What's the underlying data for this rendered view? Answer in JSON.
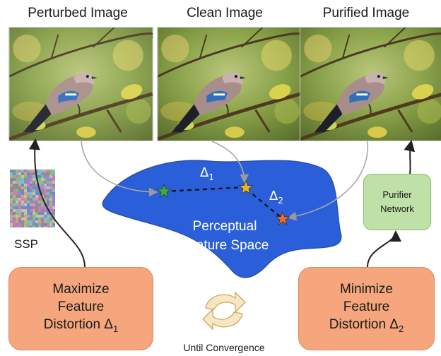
{
  "titles": {
    "perturbed": "Perturbed Image",
    "clean": "Clean Image",
    "purified": "Purified Image"
  },
  "feature_space": {
    "line1": "Perceptual",
    "line2": "Feature Space",
    "delta1_symbol": "Δ",
    "delta1_sub": "1",
    "delta2_symbol": "Δ",
    "delta2_sub": "2"
  },
  "ssp_label": "SSP",
  "purifier": {
    "line1": "Purifier",
    "line2": "Network"
  },
  "maximize_box": {
    "line1": "Maximize",
    "line2": "Feature",
    "line3": "Distortion Δ",
    "sub": "1"
  },
  "minimize_box": {
    "line1": "Minimize",
    "line2": "Feature",
    "line3": "Distortion Δ",
    "sub": "2"
  },
  "convergence_label": "Until Convergence",
  "colors": {
    "feature_space": "#2b5fd9",
    "box_orange": "#f5a67d",
    "box_green": "#bfe0a6",
    "star_green": "#3fae3a",
    "star_yellow": "#f2b41c",
    "star_orange": "#ef6a25",
    "cycle_icon": "#f0d9a0"
  }
}
